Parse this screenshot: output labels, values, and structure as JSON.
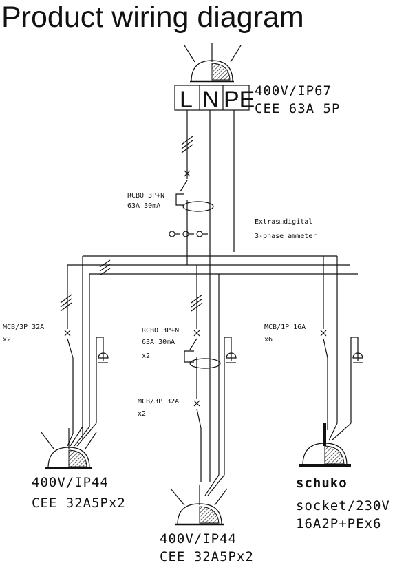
{
  "title": "Product wiring diagram",
  "inlet": {
    "terminals": [
      "L",
      "N",
      "PE"
    ],
    "rating_line1": "400V/IP67",
    "rating_line2": "CEE 63A 5P"
  },
  "main_breaker": {
    "line1": "RCBO 3P+N",
    "line2": "63A 30mA"
  },
  "ammeter": {
    "line1": "Extras□digital",
    "line2": "3-phase ammeter"
  },
  "left_branch": {
    "breaker_line1": "MCB/3P 32A",
    "breaker_line2": "x2",
    "socket_line1": "400V/IP44",
    "socket_line2": "CEE 32A5Px2"
  },
  "center_branch": {
    "rcbo_line1": "RCBO 3P+N",
    "rcbo_line2": "63A 30mA",
    "rcbo_line3": "x2",
    "mcb_line1": "MCB/3P 32A",
    "mcb_line2": "x2",
    "socket_line1": "400V/IP44",
    "socket_line2": "CEE 32A5Px2"
  },
  "right_branch": {
    "breaker_line1": "MCB/1P 16A",
    "breaker_line2": "x6",
    "socket_line1": "schuko",
    "socket_line2": "socket/230V",
    "socket_line3": "16A2P+PEx6"
  },
  "colors": {
    "line": "#111111",
    "background": "#ffffff"
  }
}
